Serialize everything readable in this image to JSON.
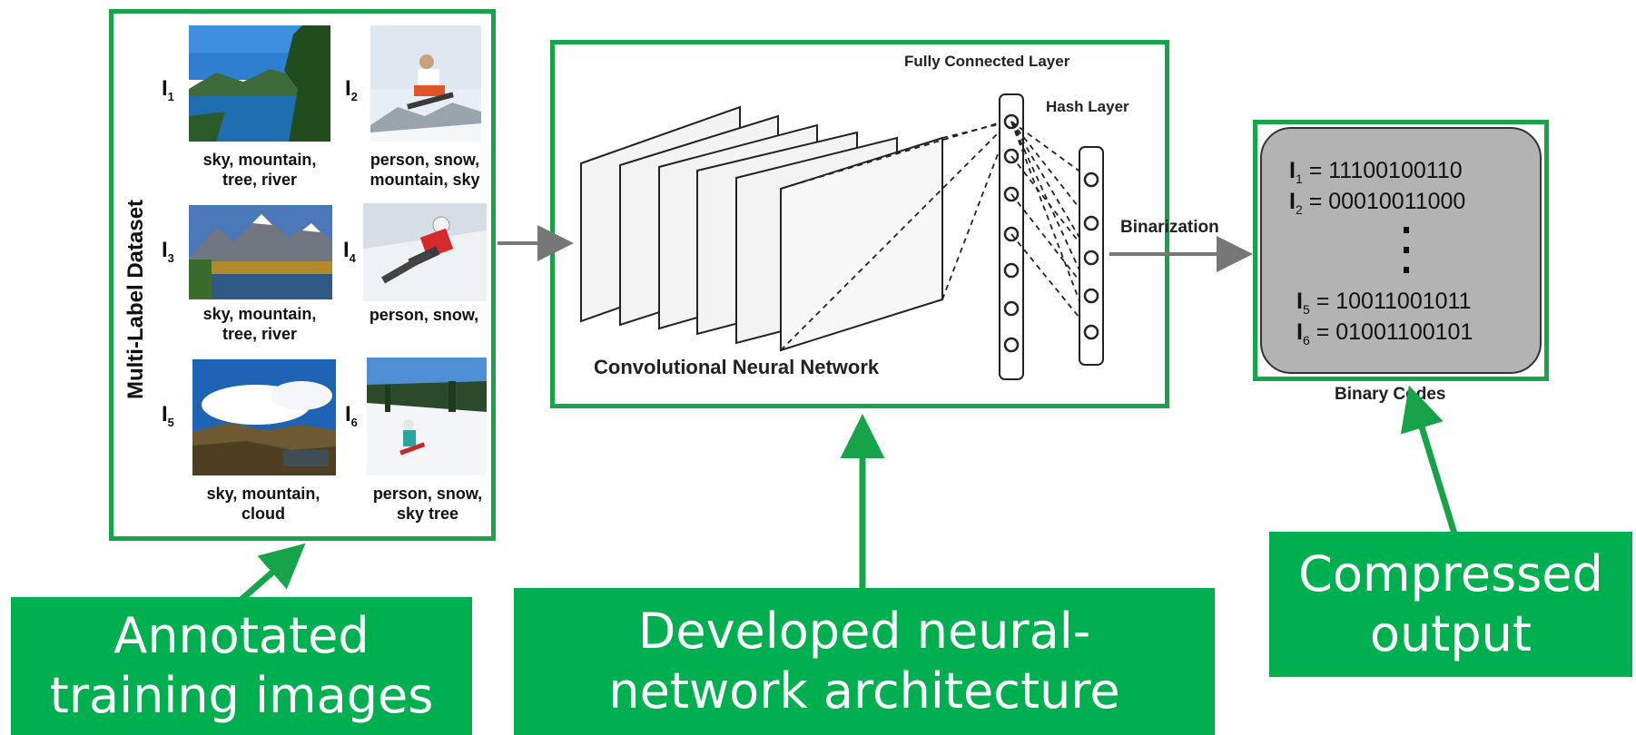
{
  "dataset": {
    "title": "Multi-Label Dataset",
    "images": [
      {
        "id": "I",
        "sub": "1",
        "caption_line1": "sky, mountain,",
        "caption_line2": "tree, river"
      },
      {
        "id": "I",
        "sub": "2",
        "caption_line1": "person, snow,",
        "caption_line2": "mountain, sky"
      },
      {
        "id": "I",
        "sub": "3",
        "caption_line1": "sky, mountain,",
        "caption_line2": "tree, river"
      },
      {
        "id": "I",
        "sub": "4",
        "caption_line1": "person, snow,",
        "caption_line2": ""
      },
      {
        "id": "I",
        "sub": "5",
        "caption_line1": "sky, mountain,",
        "caption_line2": "cloud"
      },
      {
        "id": "I",
        "sub": "6",
        "caption_line1": "person, snow,",
        "caption_line2": "sky  tree"
      }
    ]
  },
  "network": {
    "fc_label": "Fully Connected Layer",
    "hash_label": "Hash Layer",
    "cnn_label": "Convolutional Neural Network",
    "binarization_label": "Binarization"
  },
  "codes": {
    "title": "Binary Codes",
    "lines": [
      {
        "id": "I",
        "sub": "1",
        "value": "= 11100100110"
      },
      {
        "id": "I",
        "sub": "2",
        "value": "= 00010011000"
      },
      {
        "id": "I",
        "sub": "5",
        "value": "= 10011001011"
      },
      {
        "id": "I",
        "sub": "6",
        "value": "= 01001100101"
      }
    ]
  },
  "callouts": {
    "left_line1": "Annotated",
    "left_line2": "training images",
    "middle_line1": "Developed neural-",
    "middle_line2": "network architecture",
    "right_line1": "Compressed",
    "right_line2": "output"
  },
  "colors": {
    "highlight_green": "#00b050",
    "frame_green": "#16a34a",
    "codes_gray": "#b3b3b3"
  }
}
